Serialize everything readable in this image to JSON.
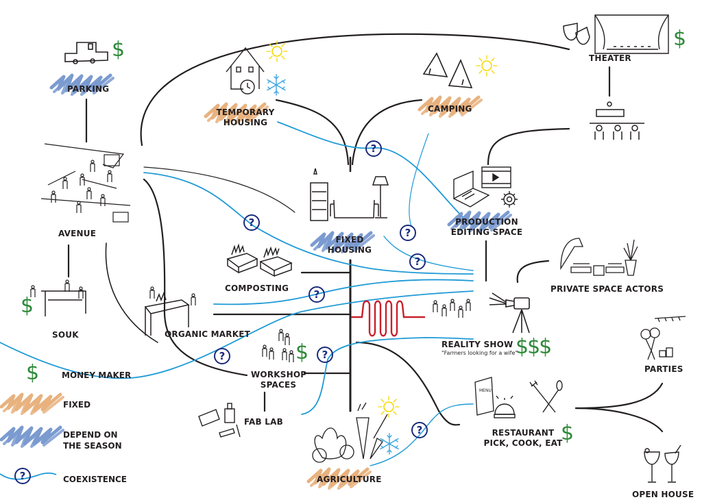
{
  "colors": {
    "line": "#231f20",
    "coexistence": "#1e9ad6",
    "question_ring": "#1a2a7a",
    "money": "#2f8a3a",
    "fixed_scribble": "#e8b27f",
    "season_scribble": "#7b9bd0",
    "sun": "#f5d800",
    "snow": "#3aa5e0",
    "reality_wave": "#c8202a"
  },
  "nodes": {
    "parking": "PARKING",
    "temporary_housing_1": "TEMPORARY",
    "temporary_housing_2": "HOUSING",
    "camping": "CAMPING",
    "theater": "THEATER",
    "avenue": "AVENUE",
    "fixed_housing_1": "FIXED",
    "fixed_housing_2": "HOUSING",
    "production_1": "PRODUCTION",
    "production_2": "EDITING SPACE",
    "composting": "COMPOSTING",
    "private_space_actors": "PRIVATE SPACE ACTORS",
    "souk": "SOUK",
    "organic_market": "ORGANIC MARKET",
    "reality_show": "REALITY SHOW",
    "reality_show_subtitle": "\"Farmers looking for a wife\"",
    "parties": "PARTIES",
    "workshop_1": "WORKSHOP",
    "workshop_2": "SPACES",
    "fab_lab": "FAB LAB",
    "restaurant_1": "RESTAURANT",
    "restaurant_2": "PICK, COOK, EAT",
    "agriculture": "AGRICULTURE",
    "open_house": "OPEN HOUSE"
  },
  "legend": {
    "money_maker": "MONEY MAKER",
    "fixed": "FIXED",
    "season_1": "DEPEND ON",
    "season_2": "THE SEASON",
    "coexistence": "COEXISTENCE"
  },
  "symbols": {
    "dollar": "$",
    "triple_dollar": "$$$",
    "question": "?",
    "menu": "MENU"
  }
}
